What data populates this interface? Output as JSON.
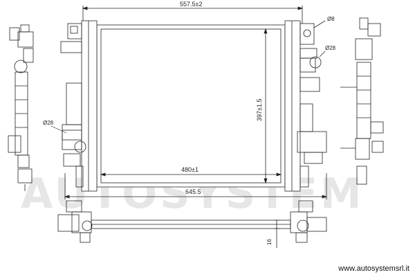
{
  "watermark": {
    "text": "AUTOSYSTEM"
  },
  "dimensions": {
    "overall_top_width": "557.5±2",
    "core_height": "397±1.5",
    "core_width": "480±1",
    "overall_width": "645.5",
    "depth": "16",
    "pipe_left": "Ø28",
    "pipe_right": "Ø28",
    "bolt": "Ø8"
  },
  "footer": {
    "url": "www.autosystemsrl.it"
  },
  "colors": {
    "line": "#222222",
    "watermark": "#e6e6e6",
    "accent": "#c9d3e8"
  }
}
